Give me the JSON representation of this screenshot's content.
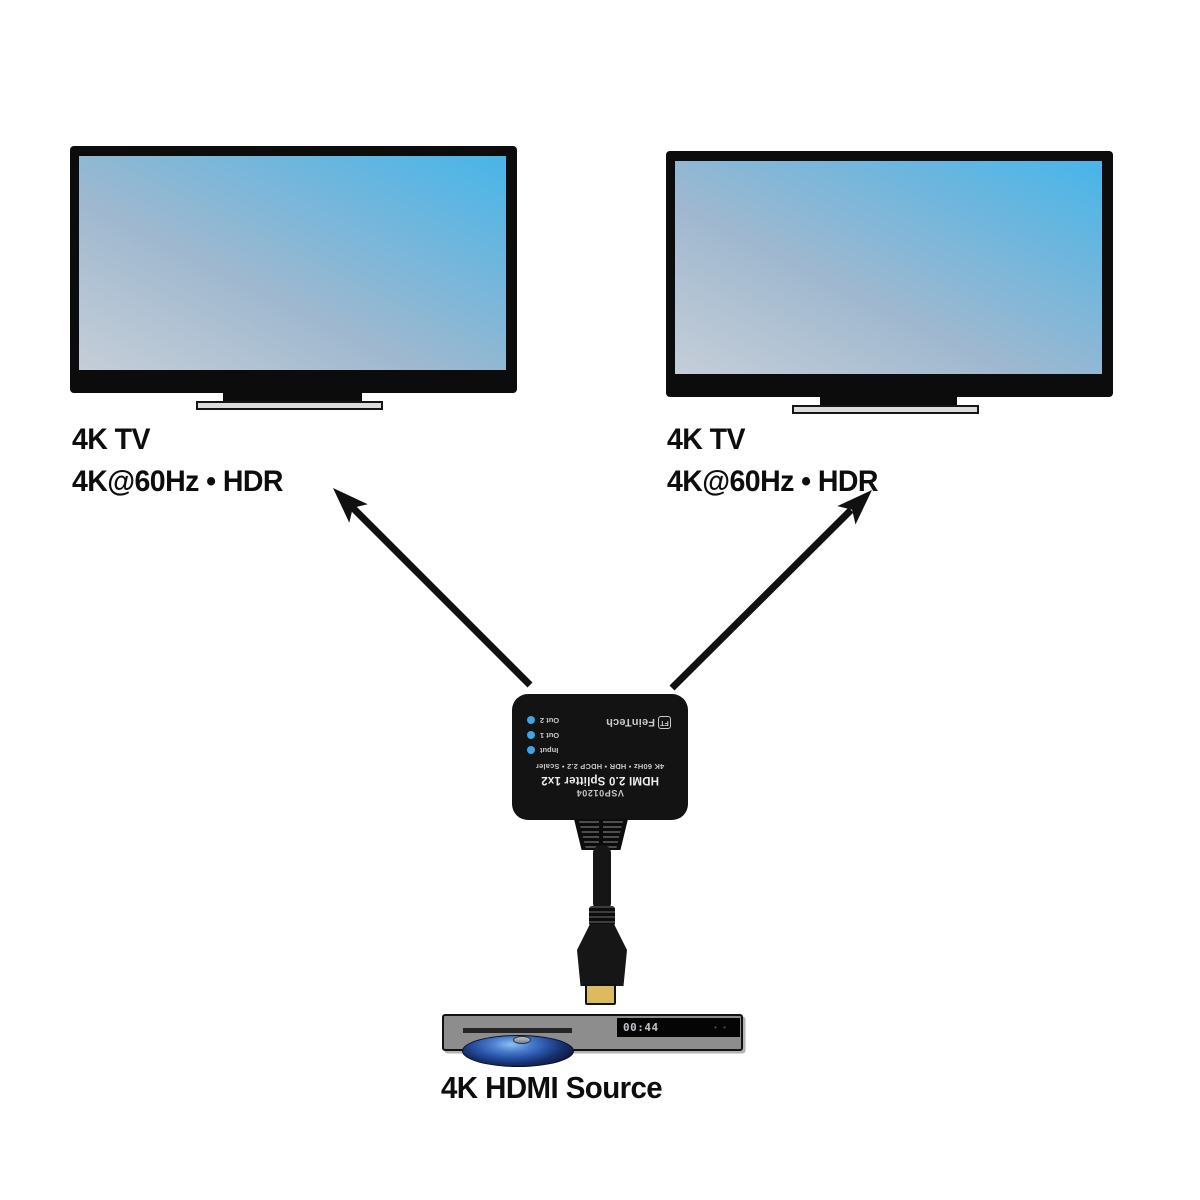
{
  "tvs": [
    {
      "label": "4K TV",
      "spec": "4K@60Hz • HDR"
    },
    {
      "label": "4K TV",
      "spec": "4K@60Hz • HDR"
    }
  ],
  "splitter": {
    "brand": "FeinTech",
    "logo_monogram": "FT",
    "model": "VSP01204",
    "product": "HDMI 2.0 Splitter 1x2",
    "features": "4K 60Hz • HDR • HDCP 2.2 • Scaler",
    "leds": [
      {
        "label": "Input"
      },
      {
        "label": "Out 1"
      },
      {
        "label": "Out 2"
      }
    ],
    "led_color": "#3fa3e6"
  },
  "source": {
    "label": "4K HDMI Source",
    "display_time": "00:44",
    "display_dots": "• •"
  },
  "colors": {
    "screen_gradient_start": "#c5ced8",
    "screen_gradient_end": "#47b5e9",
    "device_black": "#131313",
    "gold_connector": "#dcba60",
    "player_gray": "#8d8d8d",
    "disc_blue": "#2a55a8",
    "arrow": "#111111"
  }
}
